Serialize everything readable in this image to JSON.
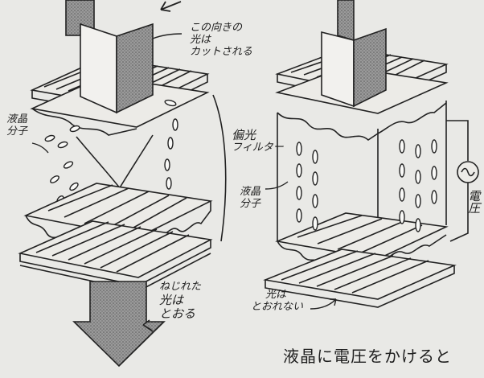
{
  "colors": {
    "paper": "#e9e9e6",
    "ink": "#1c1c1c",
    "screen": "#8e8e8e"
  },
  "labels": {
    "cut_light": [
      "この向きの",
      "光は",
      "カットされる"
    ],
    "lc_molecule_left": [
      "液晶",
      "分子"
    ],
    "polarizing_filter": [
      "偏光",
      "フィルター"
    ],
    "twisted_light": [
      "ねじれた",
      "光は",
      "とおる"
    ],
    "lc_molecule_right": [
      "液晶",
      "分子"
    ],
    "voltage": "電圧",
    "no_pass": [
      "光は",
      "とおれない"
    ],
    "caption": "液晶に電圧をかけると"
  }
}
